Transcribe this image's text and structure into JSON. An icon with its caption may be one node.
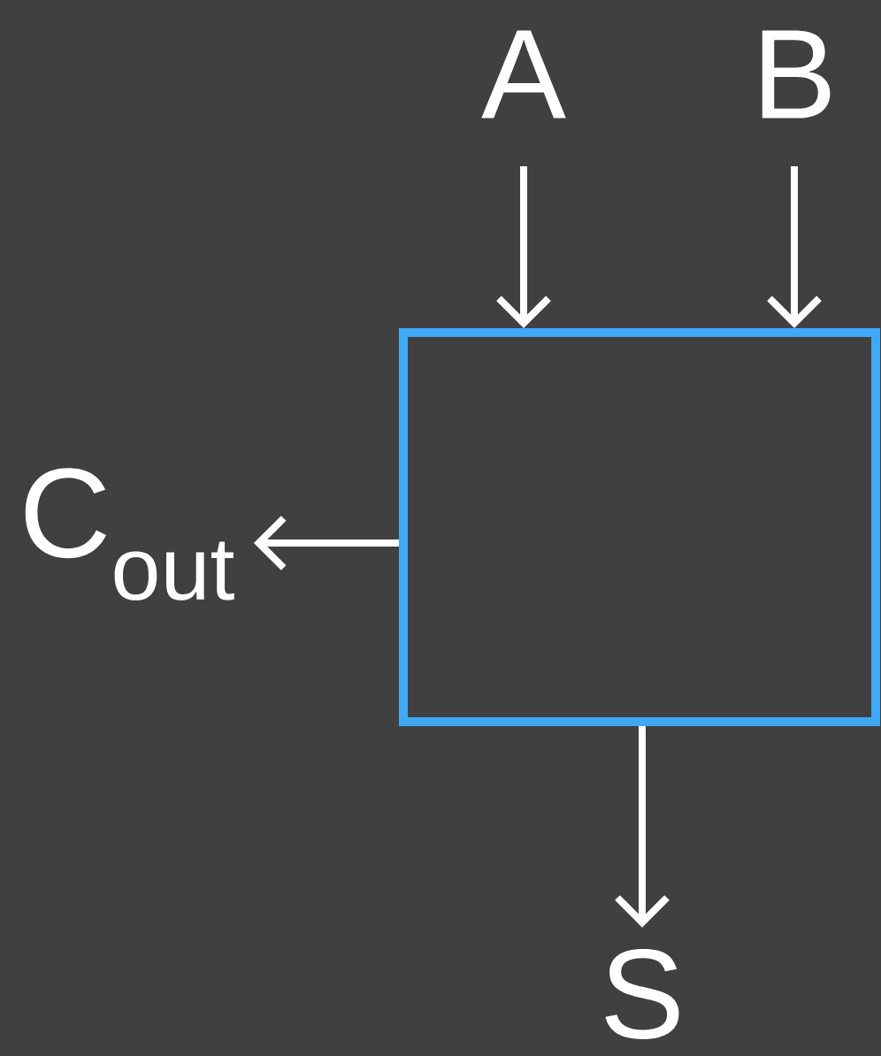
{
  "diagram": {
    "nodes": [
      {
        "text": [
          "A"
        ]
      },
      {
        "text": [
          "B"
        ]
      },
      {
        "text": [],
        "shape": "box"
      },
      {
        "text": [
          "C$_{out}$"
        ]
      },
      {
        "text": [
          "S"
        ]
      }
    ],
    "edges": [
      {
        "from": 0,
        "to": 2,
        "arrow": "to"
      },
      {
        "from": 1,
        "to": 2,
        "arrow": "to"
      },
      {
        "from": 2,
        "to": 3,
        "arrow": "to"
      },
      {
        "from": 2,
        "to": 4,
        "arrow": "to"
      }
    ]
  }
}
